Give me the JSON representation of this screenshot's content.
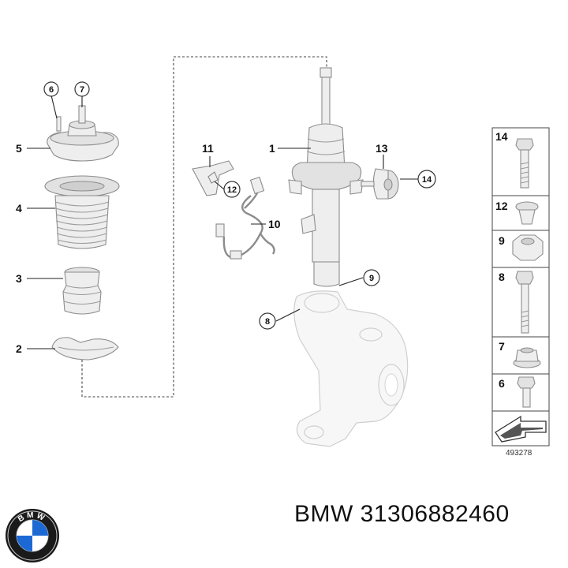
{
  "callouts": {
    "c1": "1",
    "c2": "2",
    "c3": "3",
    "c4": "4",
    "c5": "5",
    "c6": "6",
    "c7": "7",
    "c8": "8",
    "c9": "9",
    "c10": "10",
    "c11": "11",
    "c12": "12",
    "c13": "13",
    "c14": "14"
  },
  "legend": {
    "rows": [
      {
        "label": "14",
        "part": "long-bolt"
      },
      {
        "label": "12",
        "part": "expanding-nut"
      },
      {
        "label": "9",
        "part": "hex-nut"
      },
      {
        "label": "8",
        "part": "hex-bolt"
      },
      {
        "label": "7",
        "part": "flange-nut"
      },
      {
        "label": "6",
        "part": "short-bolt"
      },
      {
        "label": "",
        "part": "arrow-symbol"
      }
    ]
  },
  "diagram_number": "493278",
  "caption": "BMW 31306882460",
  "logo": {
    "text": "BMW"
  },
  "colors": {
    "part_fill": "#eeeeee",
    "outline": "#8c8c8c",
    "logo_blue": "#1c69d4"
  }
}
